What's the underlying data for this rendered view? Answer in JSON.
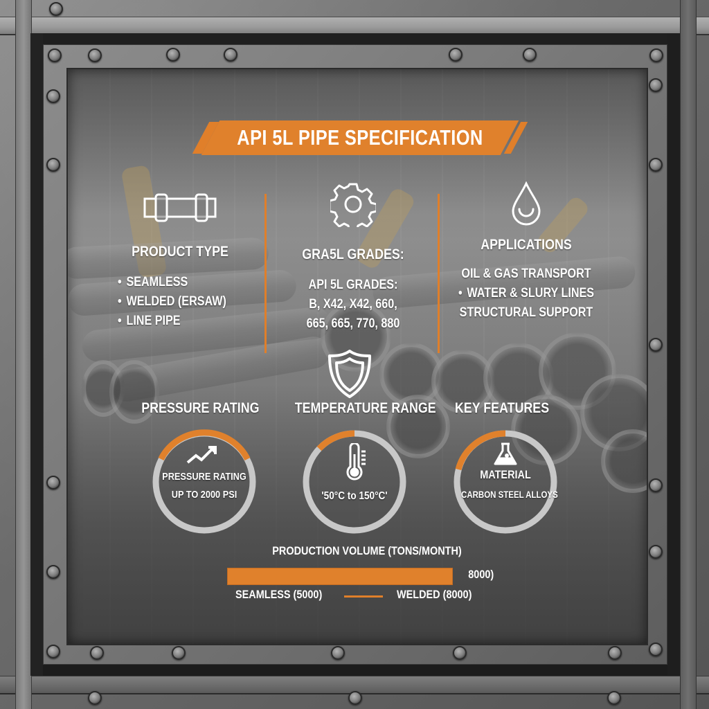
{
  "title": "API 5L PIPE SPECIFICATION",
  "colors": {
    "accent_orange": "#e0812c",
    "text": "#ffffff",
    "gauge_track": "#c8c8c8",
    "frame_metal": "#8a8a8a"
  },
  "columns": [
    {
      "icon": "pipe-icon",
      "heading": "PRODUCT TYPE",
      "items": [
        {
          "text": "SEAMLESS",
          "bullet": true
        },
        {
          "text": "WELDED (ERSAW)",
          "bullet": true
        },
        {
          "text": "LINE PIPE",
          "bullet": true
        }
      ]
    },
    {
      "icon": "gear-icon",
      "heading": "GRA5L GRADES:",
      "items": [
        {
          "text": "API 5L GRADES:",
          "bullet": false
        },
        {
          "text": "B, X42, X42, 660,",
          "bullet": false
        },
        {
          "text": "665, 665, 770, 880",
          "bullet": false
        }
      ]
    },
    {
      "icon": "droplet-icon",
      "heading": "APPLICATIONS",
      "items": [
        {
          "text": "OIL & GAS TRANSPORT",
          "bullet": false
        },
        {
          "text": "WATER & SLURY LINES",
          "bullet": true
        },
        {
          "text": "STRUCTURAL SUPPORT",
          "bullet": false
        }
      ]
    }
  ],
  "center_icon": "shield-icon",
  "gauges": [
    {
      "heading": "PRESSURE RATING",
      "icon": "trend-up-arrow-icon",
      "line1": "PRESSURE RATING",
      "line2": "UP TO 2000 PSI",
      "arc_fraction": 0.3
    },
    {
      "heading": "TEMPERATURE RANGE",
      "icon": "thermometer-icon",
      "line1": "'50°C to 150°C'",
      "line2": "",
      "arc_fraction": 0.17
    },
    {
      "heading": "KEY FEATURES",
      "icon": "flask-icon",
      "line1": "MATERIAL",
      "line2": "CARBON STEEL ALLOYS",
      "arc_fraction": 0.22
    }
  ],
  "production": {
    "title": "PRODUCTION VOLUME (TONS/MONTH)",
    "bar_value_label": "8000)",
    "legend_seamless": "SEAMLESS (5000)",
    "legend_welded": "WELDED (8000)"
  },
  "chart_data": {
    "type": "bar",
    "title": "PRODUCTION VOLUME (TONS/MONTH)",
    "categories": [
      "Seamless",
      "Welded"
    ],
    "values": [
      5000,
      8000
    ],
    "xlabel": "",
    "ylabel": "Tons/Month",
    "annotations": [
      "8000)"
    ]
  }
}
